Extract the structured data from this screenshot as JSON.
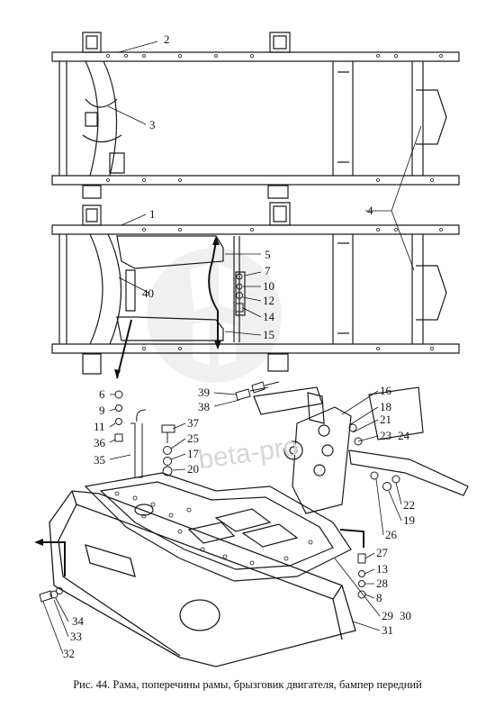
{
  "figure": {
    "caption": "Рис. 44. Рама, поперечины рамы, брызговик двигателя, бампер передний"
  },
  "watermark": {
    "text": "beta-pro"
  },
  "callouts": [
    "1",
    "2",
    "3",
    "4",
    "5",
    "6",
    "7",
    "8",
    "9",
    "10",
    "11",
    "12",
    "13",
    "14",
    "15",
    "16",
    "17",
    "18",
    "19",
    "20",
    "21",
    "22",
    "23",
    "24",
    "25",
    "26",
    "27",
    "28",
    "29",
    "30",
    "31",
    "32",
    "33",
    "34",
    "35",
    "36",
    "37",
    "38",
    "39",
    "40"
  ]
}
